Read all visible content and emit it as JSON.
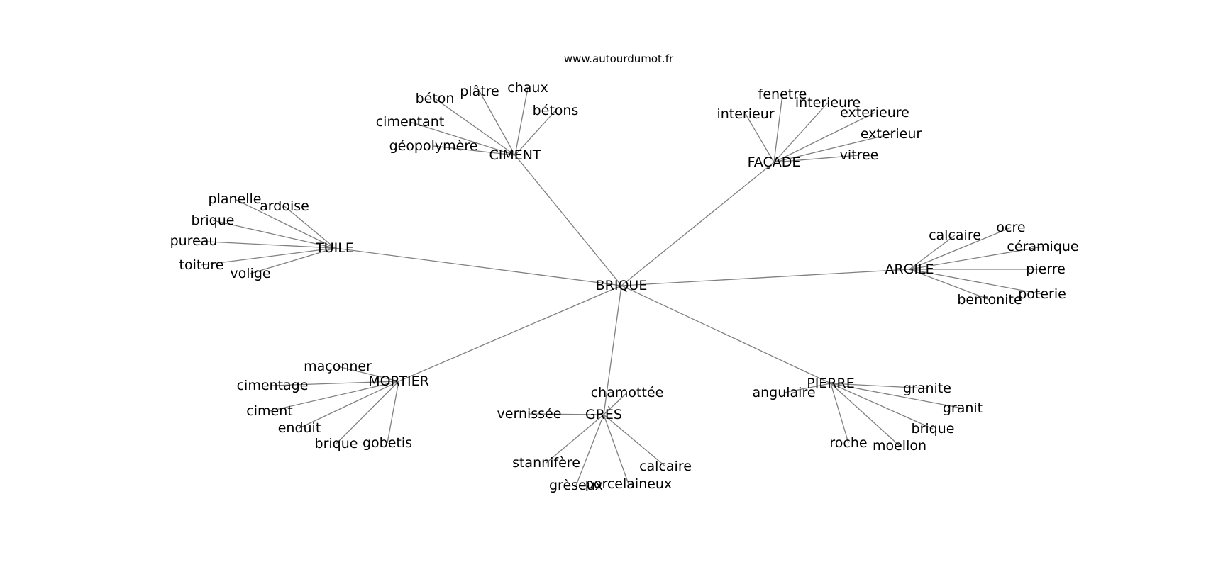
{
  "credit": "www.autourdumot.fr",
  "colors": {
    "edge": "#808080",
    "text": "#000000",
    "background": "#ffffff"
  },
  "graph": {
    "center": "BRIQUE",
    "clusters": [
      {
        "hub": "CIMENT",
        "leaves": [
          "béton",
          "plâtre",
          "chaux",
          "bétons",
          "cimentant",
          "géopolymère"
        ]
      },
      {
        "hub": "FAÇADE",
        "leaves": [
          "fenetre",
          "interieure",
          "interieur",
          "exterieure",
          "exterieur",
          "vitree"
        ]
      },
      {
        "hub": "TUILE",
        "leaves": [
          "planelle",
          "ardoise",
          "brique",
          "pureau",
          "toiture",
          "volige"
        ]
      },
      {
        "hub": "ARGILE",
        "leaves": [
          "calcaire",
          "ocre",
          "céramique",
          "pierre",
          "poterie",
          "bentonite"
        ]
      },
      {
        "hub": "MORTIER",
        "leaves": [
          "maçonner",
          "cimentage",
          "ciment",
          "enduit",
          "brique",
          "gobetis"
        ]
      },
      {
        "hub": "GRÈS",
        "leaves": [
          "chamottée",
          "vernissée",
          "stannifère",
          "grèseux",
          "porcelaineux",
          "calcaire"
        ]
      },
      {
        "hub": "PIERRE",
        "leaves": [
          "angulaire",
          "granite",
          "granit",
          "brique",
          "moellon",
          "roche"
        ]
      }
    ]
  }
}
